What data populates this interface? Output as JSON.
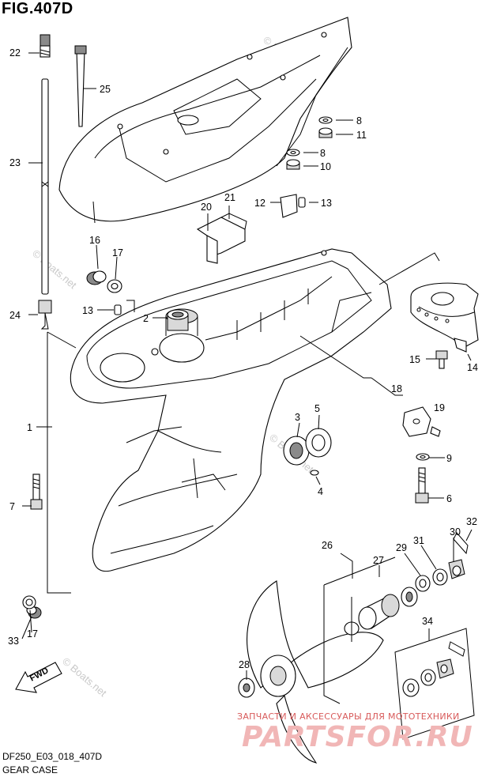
{
  "figure": {
    "title": "FIG.407D",
    "code": "DF250_E03_018_407D",
    "name": "GEAR CASE",
    "fwd_label": "FWD"
  },
  "watermarks": {
    "boats_net": "© Boats.net",
    "tagline": "ЗАПЧАСТИ И АКСЕССУАРЫ ДЛЯ МОТОТЕХНИКИ",
    "brand": "PARTSFOR.RU"
  },
  "callouts": [
    {
      "id": "c22",
      "label": "22"
    },
    {
      "id": "c25",
      "label": "25"
    },
    {
      "id": "c23",
      "label": "23"
    },
    {
      "id": "c8a",
      "label": "8"
    },
    {
      "id": "c11",
      "label": "11"
    },
    {
      "id": "c8b",
      "label": "8"
    },
    {
      "id": "c10",
      "label": "10"
    },
    {
      "id": "c21",
      "label": "21"
    },
    {
      "id": "c20",
      "label": "20"
    },
    {
      "id": "c12",
      "label": "12"
    },
    {
      "id": "c13a",
      "label": "13"
    },
    {
      "id": "c16",
      "label": "16"
    },
    {
      "id": "c17a",
      "label": "17"
    },
    {
      "id": "c13b",
      "label": "13"
    },
    {
      "id": "c2",
      "label": "2"
    },
    {
      "id": "c24",
      "label": "24"
    },
    {
      "id": "c15",
      "label": "15"
    },
    {
      "id": "c14",
      "label": "14"
    },
    {
      "id": "c1",
      "label": "1"
    },
    {
      "id": "c18",
      "label": "18"
    },
    {
      "id": "c19",
      "label": "19"
    },
    {
      "id": "c3",
      "label": "3"
    },
    {
      "id": "c5",
      "label": "5"
    },
    {
      "id": "c9",
      "label": "9"
    },
    {
      "id": "c4",
      "label": "4"
    },
    {
      "id": "c6",
      "label": "6"
    },
    {
      "id": "c7",
      "label": "7"
    },
    {
      "id": "c26",
      "label": "26"
    },
    {
      "id": "c27",
      "label": "27"
    },
    {
      "id": "c29",
      "label": "29"
    },
    {
      "id": "c31",
      "label": "31"
    },
    {
      "id": "c30",
      "label": "30"
    },
    {
      "id": "c32",
      "label": "32"
    },
    {
      "id": "c33",
      "label": "33"
    },
    {
      "id": "c17b",
      "label": "17"
    },
    {
      "id": "c34",
      "label": "34"
    },
    {
      "id": "c28",
      "label": "28"
    }
  ]
}
